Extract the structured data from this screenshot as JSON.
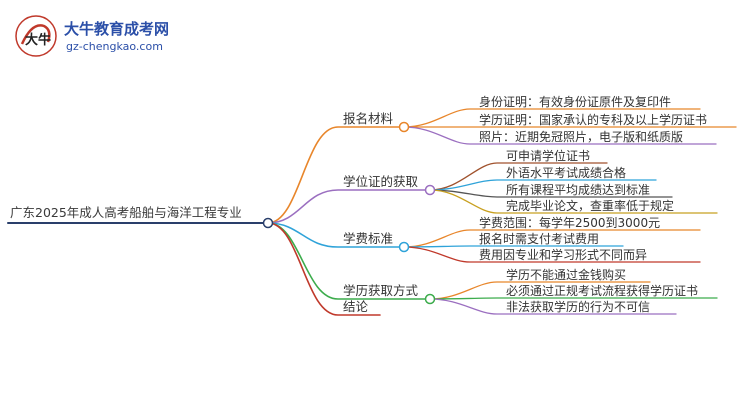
{
  "logo": {
    "title": "大牛教育成考网",
    "url": "gz-chengkao.com",
    "mark_text": "大牛"
  },
  "root": {
    "label": "广东2025年成人高考船舶与海洋工程专业"
  },
  "branches": [
    {
      "label": "报名材料",
      "color": "#e8862b",
      "children": [
        {
          "label": "身份证明：有效身份证原件及复印件"
        },
        {
          "label": "学历证明：国家承认的专科及以上学历证书"
        },
        {
          "label": "照片：近期免冠照片，电子版和纸质版"
        }
      ]
    },
    {
      "label": "学位证的获取",
      "color": "#9b6fc0",
      "children": [
        {
          "label": "可申请学位证书"
        },
        {
          "label": "外语水平考试成绩合格"
        },
        {
          "label": "所有课程平均成绩达到标准"
        },
        {
          "label": "完成毕业论文，查重率低于规定"
        }
      ]
    },
    {
      "label": "学费标准",
      "color": "#2fa3d9",
      "children": [
        {
          "label": "学费范围：每学年2500到3000元"
        },
        {
          "label": "报名时需支付考试费用"
        },
        {
          "label": "费用因专业和学习形式不同而异"
        }
      ]
    },
    {
      "label": "学历获取方式",
      "color": "#3cac4c",
      "children": [
        {
          "label": "学历不能通过金钱购买"
        },
        {
          "label": "必须通过正规考试流程获得学历证书"
        },
        {
          "label": "非法获取学历的行为不可信"
        }
      ]
    },
    {
      "label": "结论",
      "color": "#c0392b",
      "children": []
    }
  ],
  "child_colors": {
    "b0": [
      "#e8862b",
      "#e8862b",
      "#9b6fc0"
    ],
    "b1": [
      "#a0522d",
      "#2fa3d9",
      "#555555",
      "#c8a020"
    ],
    "b2": [
      "#e8862b",
      "#2fa3d9",
      "#c0392b"
    ],
    "b3": [
      "#e8862b",
      "#3cac4c",
      "#9b6fc0"
    ]
  }
}
